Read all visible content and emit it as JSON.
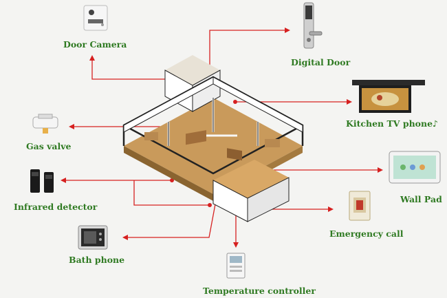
{
  "labels": {
    "door_camera": "Door Camera",
    "digital_door": "Digital Door",
    "kitchen_tv_phone": "Kitchen TV phone♪",
    "gas_valve": "Gas valve",
    "wall_pad": "Wall Pad",
    "infrared_detector": "Infrared detector",
    "emergency_call": "Emergency call",
    "bath_phone": "Bath phone",
    "temperature_controller": "Temperature controller"
  },
  "colors": {
    "label_green": "#2f7a22",
    "wire_red": "#d62020",
    "floor_wood": "#c99a5b",
    "wall_white": "#f7f7f5",
    "wall_black": "#222222"
  },
  "icons": {
    "door_camera": "door-camera-icon",
    "digital_door": "digital-door-lock-icon",
    "kitchen_tv_phone": "kitchen-tv-icon",
    "gas_valve": "gas-valve-icon",
    "wall_pad": "wall-pad-tablet-icon",
    "infrared_detector": "infrared-sensor-icon",
    "emergency_call": "emergency-call-button-icon",
    "bath_phone": "bath-phone-icon",
    "temperature_controller": "thermostat-icon"
  }
}
